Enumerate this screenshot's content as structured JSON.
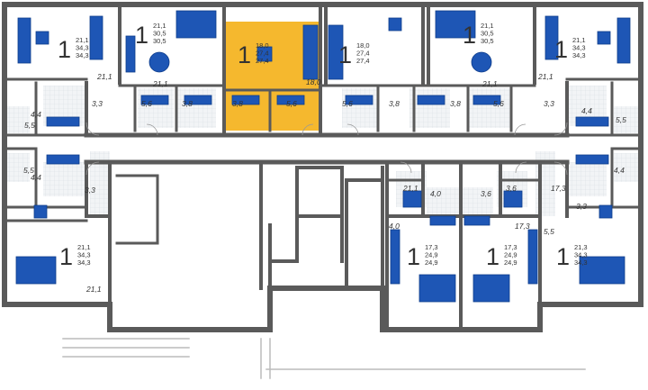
{
  "colors": {
    "wall": "#5a5a5a",
    "furniture": "#1e56b5",
    "highlight": "#f5b82e",
    "floor": "#ffffff",
    "tile": "#e8ecef",
    "text": "#333333"
  },
  "apartments": [
    {
      "id": "a1",
      "rooms": "1",
      "areas": [
        "21,1",
        "34,3",
        "34,3"
      ]
    },
    {
      "id": "a2",
      "rooms": "1",
      "areas": [
        "21,1",
        "30,5",
        "30,5"
      ]
    },
    {
      "id": "a3",
      "rooms": "1",
      "areas": [
        "18,0",
        "27,4",
        "27,4"
      ],
      "selected": true
    },
    {
      "id": "a4",
      "rooms": "1",
      "areas": [
        "18,0",
        "27,4",
        "27,4"
      ]
    },
    {
      "id": "a5",
      "rooms": "1",
      "areas": [
        "21,1",
        "30,5",
        "30,5"
      ]
    },
    {
      "id": "a6",
      "rooms": "1",
      "areas": [
        "21,1",
        "34,3",
        "34,3"
      ]
    },
    {
      "id": "a7",
      "rooms": "1",
      "areas": [
        "21,1",
        "34,3",
        "34,3"
      ]
    },
    {
      "id": "a8",
      "rooms": "1",
      "areas": [
        "17,3",
        "24,9",
        "24,9"
      ]
    },
    {
      "id": "a9",
      "rooms": "1",
      "areas": [
        "17,3",
        "24,9",
        "24,9"
      ]
    },
    {
      "id": "a10",
      "rooms": "1",
      "areas": [
        "21,3",
        "34,3",
        "34,3"
      ]
    }
  ],
  "room_labels": [
    "21,1",
    "21,1",
    "5,6",
    "3,8",
    "3,8",
    "5,6",
    "18,0",
    "5,6",
    "3,8",
    "3,8",
    "5,6",
    "21,1",
    "21,1",
    "3,3",
    "4,4",
    "5,5",
    "3,3",
    "4,4",
    "5,5",
    "5,5",
    "4,4",
    "3,3",
    "21,1",
    "4,0",
    "3,6",
    "3,6",
    "4,0",
    "17,3",
    "17,3",
    "3,3",
    "4,4",
    "5,5",
    "21,1"
  ]
}
